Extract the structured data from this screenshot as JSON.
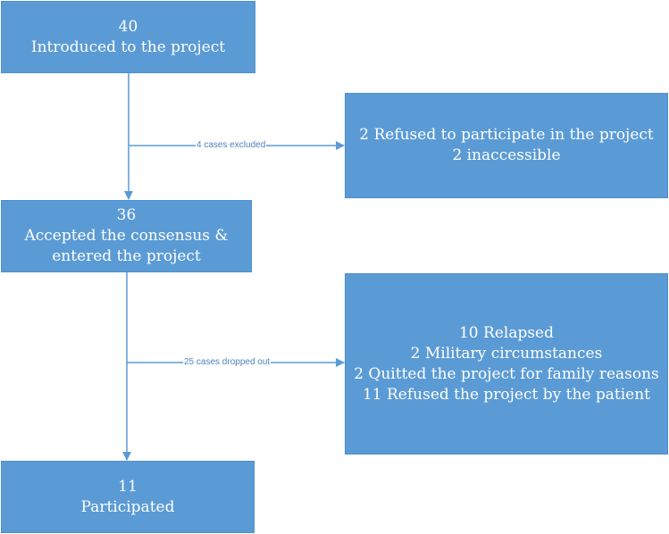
{
  "nodes": {
    "introduced": {
      "count": "40",
      "label": "Introduced to the project"
    },
    "accepted": {
      "count": "36",
      "lines": [
        "Accepted the consensus &",
        "entered the project"
      ]
    },
    "participated": {
      "count": "11",
      "label": "Participated"
    },
    "excluded_reasons": {
      "lines": [
        "2 Refused to participate in the project",
        "2 inaccessible"
      ]
    },
    "dropout_reasons": {
      "lines": [
        "10 Relapsed",
        "2 Military circumstances",
        "2 Quitted the project for family reasons",
        "11 Refused the project by the patient"
      ]
    }
  },
  "edges": {
    "excluded_label": "4 cases excluded",
    "dropout_label": "25 cases dropped out"
  },
  "colors": {
    "box_fill": "#5b9bd5",
    "arrow": "#5b9bd5",
    "label_text": "#4f81bd"
  }
}
